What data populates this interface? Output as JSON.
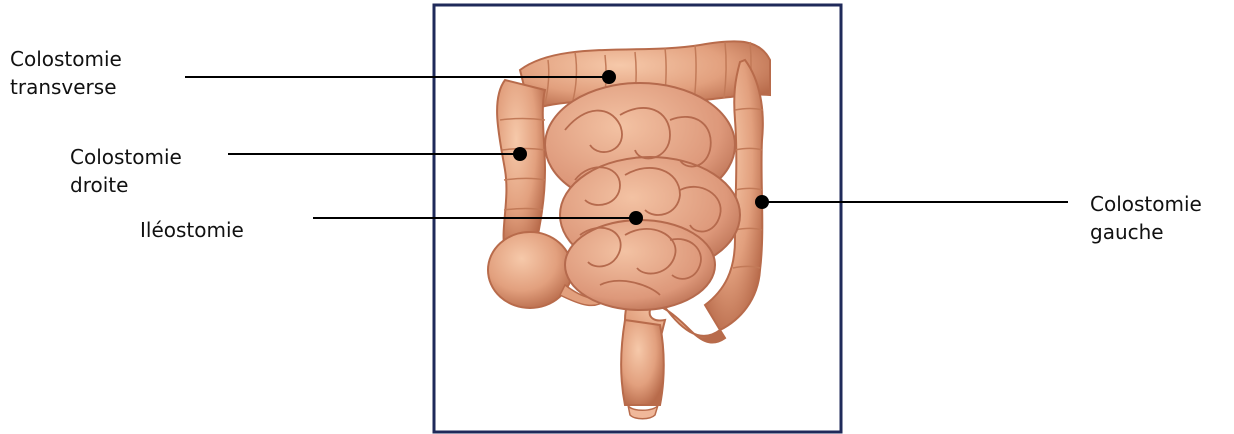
{
  "labels": {
    "colostomie_transverse": [
      "Colostomie",
      "transverse"
    ],
    "colostomie_droite": [
      "Colostomie",
      "droite"
    ],
    "ileostomie": "Iléostomie",
    "colostomie_gauche": [
      "Colostomie",
      "gauche"
    ]
  },
  "colors": {
    "frame": "#1f2a5a",
    "colon_fill": "#e2a07e",
    "colon_shadow": "#b86b4b",
    "small_intestine": "#dd987a",
    "leader": "#000000",
    "marker": "#000000",
    "text": "#111111"
  }
}
